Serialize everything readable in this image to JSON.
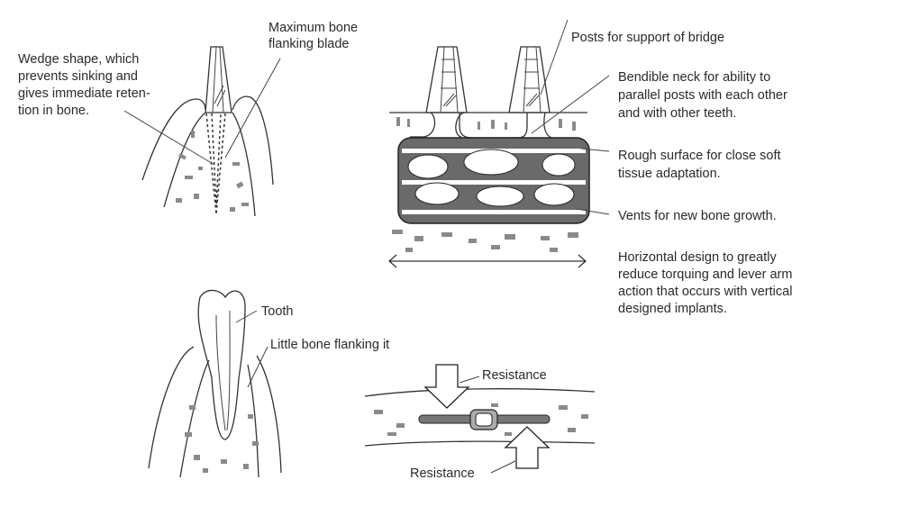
{
  "top_left": {
    "wedge_label": [
      "Wedge shape, which",
      "prevents sinking and",
      "gives immediate reten-",
      "tion in bone."
    ],
    "bone_label": [
      "Maximum bone",
      "flanking blade"
    ]
  },
  "top_right": {
    "posts_label": [
      "Posts for support of bridge"
    ],
    "neck_label": [
      "Bendible neck for ability to",
      "parallel posts with each other",
      "and with other teeth."
    ],
    "rough_label": [
      "Rough surface for close soft",
      "tissue adaptation."
    ],
    "vents_label": [
      "Vents for new bone growth."
    ],
    "horizontal_label": [
      "Horizontal design to greatly",
      "reduce torquing and lever arm",
      "action that occurs with vertical",
      "designed implants."
    ]
  },
  "bottom_left": {
    "tooth_label": "Tooth",
    "little_bone_label": "Little bone flanking it"
  },
  "bottom_right": {
    "resistance_top": "Resistance",
    "resistance_bottom": "Resistance"
  }
}
